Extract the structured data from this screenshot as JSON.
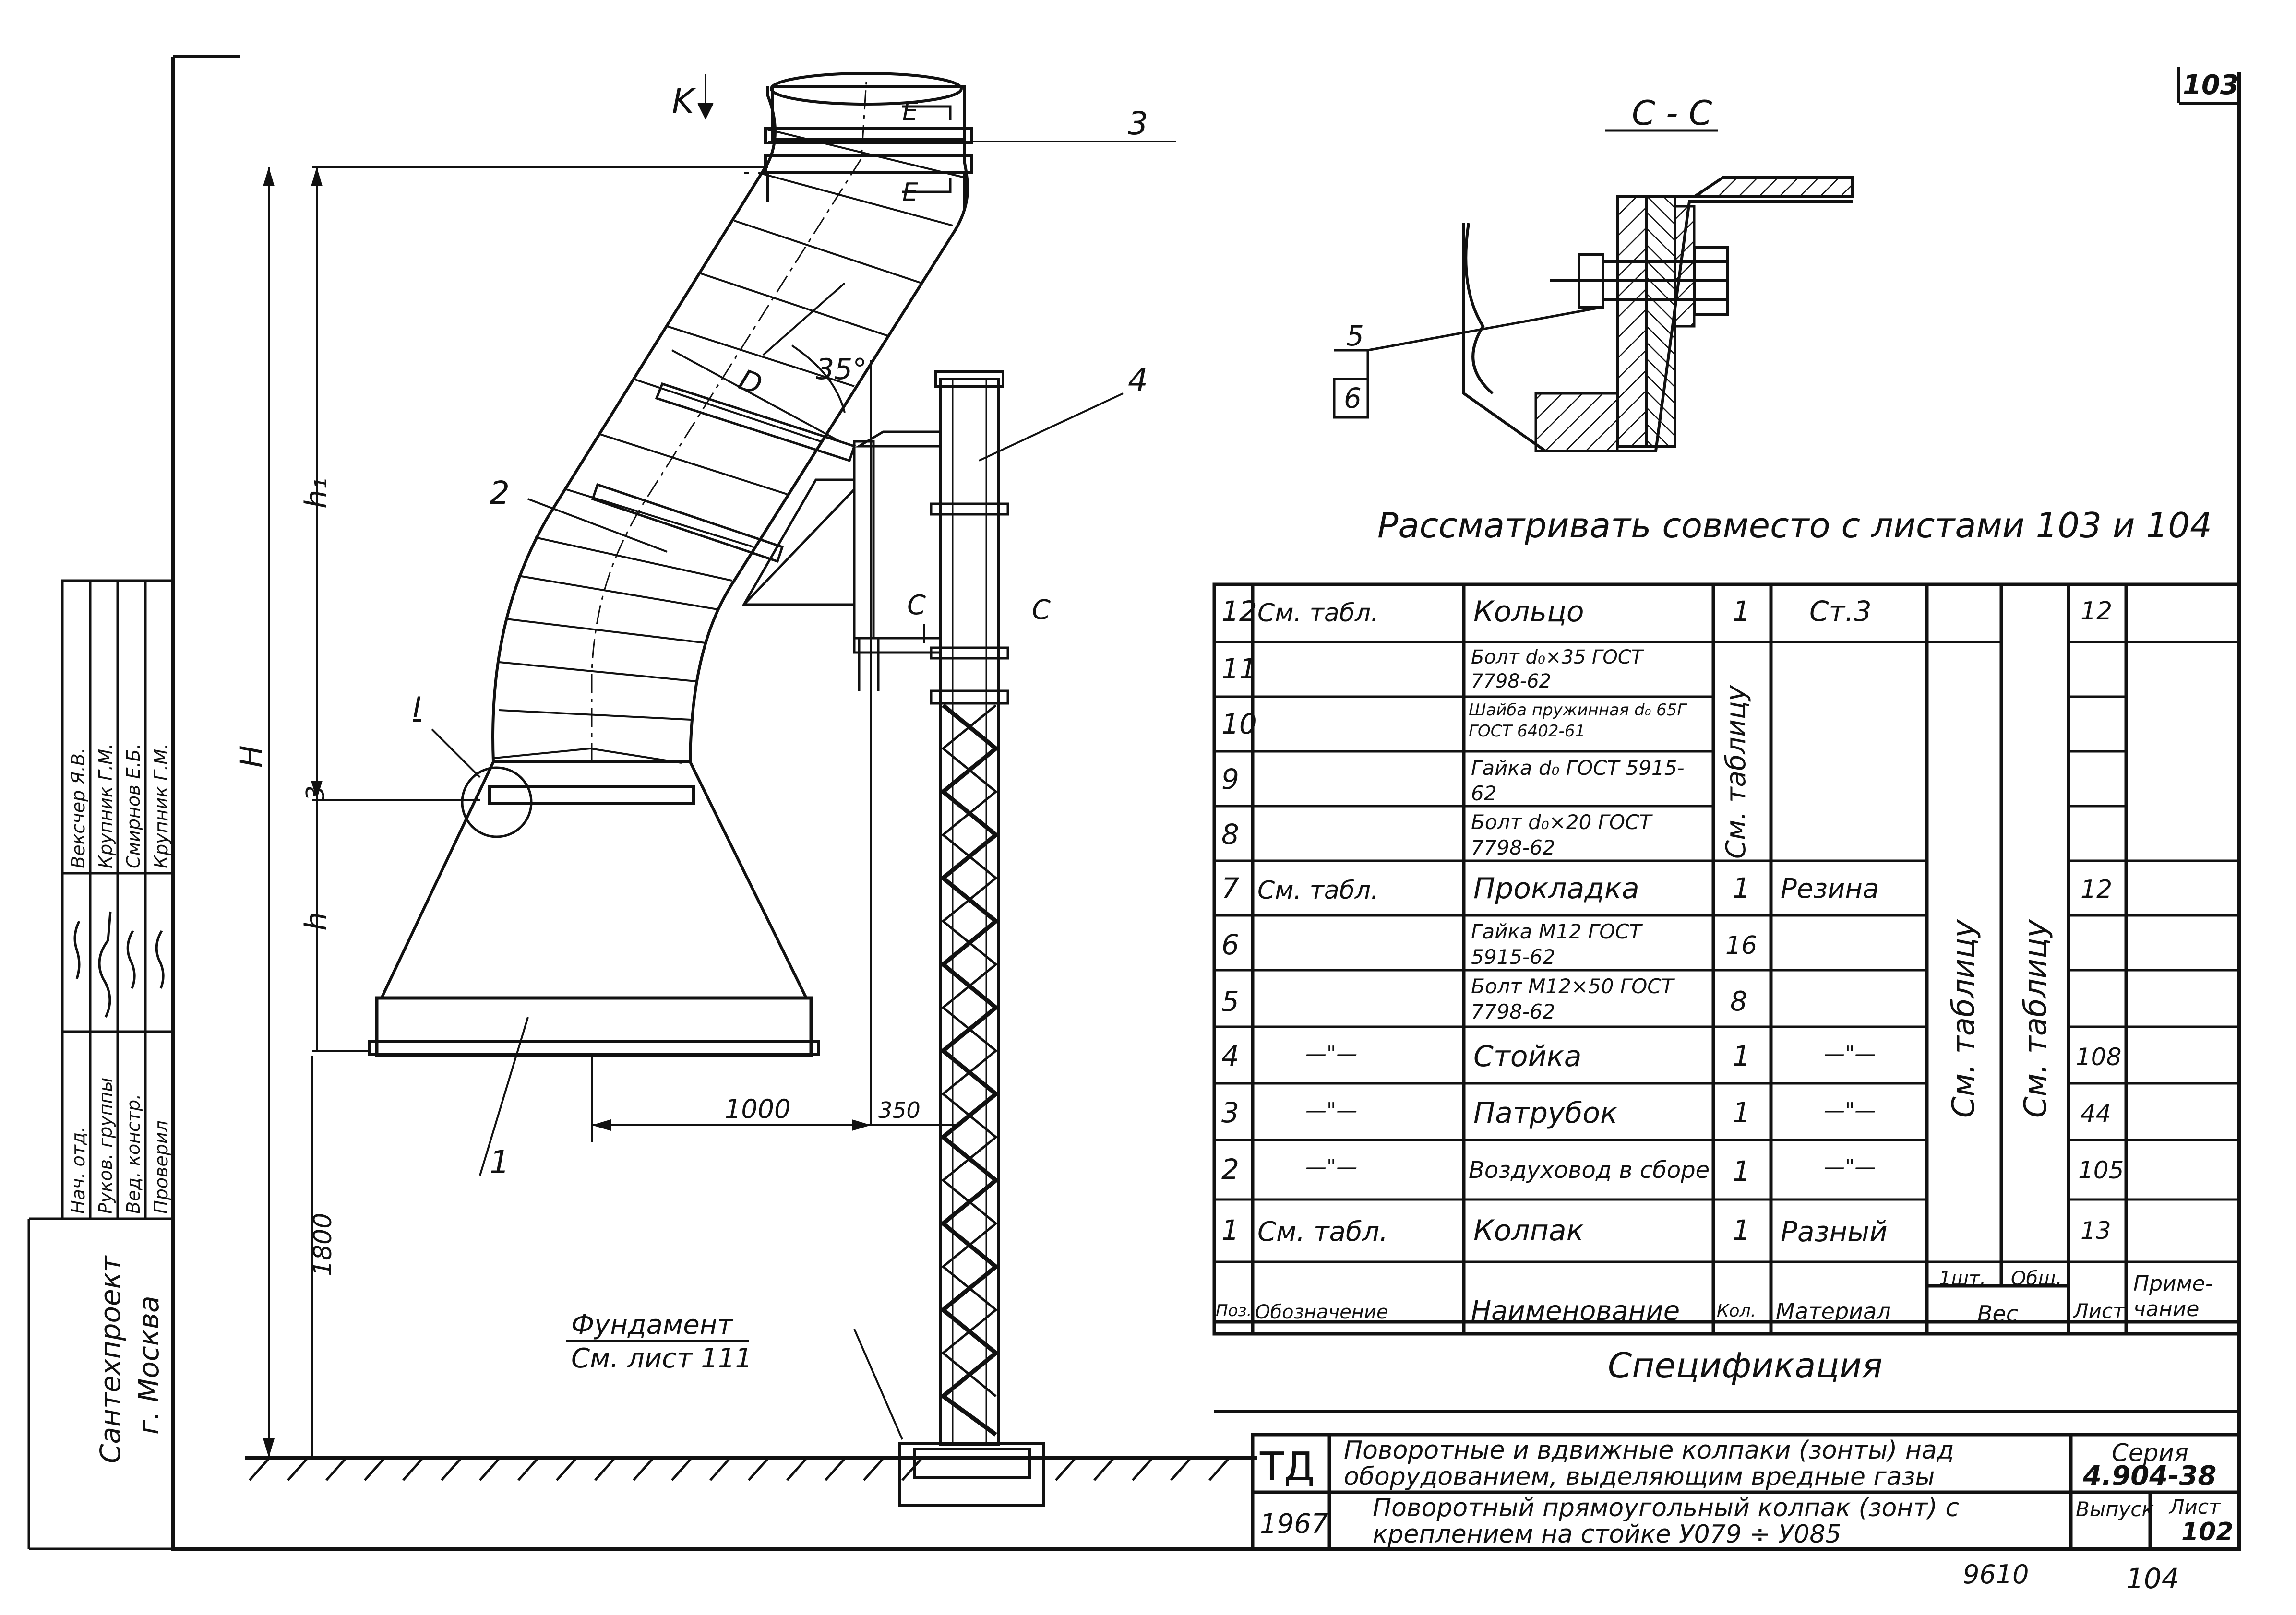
{
  "sheet": {
    "page_number": "103",
    "bottom_numbers": [
      "9610",
      "104"
    ],
    "note": "Рассматривать совместо с листами 103 и 104"
  },
  "drawing": {
    "labels": {
      "k_view": "K",
      "e_top": "E",
      "e_bottom": "E",
      "diameter": "D",
      "angle": "35°",
      "h1": "h₁",
      "h": "h",
      "H": "H",
      "dim3": "3",
      "dim1000": "1000",
      "dim350": "350",
      "dim1800": "1800",
      "section_mark_left": "C",
      "section_mark_right": "C",
      "node_mark": "I"
    },
    "callouts": [
      "1",
      "2",
      "3",
      "4"
    ],
    "foundation": {
      "title": "Фундамент",
      "ref": "См. лист 111"
    }
  },
  "section_view": {
    "title": "C - C",
    "callouts": [
      "5",
      "6"
    ]
  },
  "side_stamp": {
    "rows": [
      {
        "role": "Нач. отд.",
        "name": "Вексчер Я.В."
      },
      {
        "role": "Руков. группы",
        "name": "Крупник Г.М."
      },
      {
        "role": "Вед. констр.",
        "name": "Смирнов Е.Б."
      },
      {
        "role": "Проверил",
        "name": "Крупник Г.М."
      }
    ],
    "org": "Сантехпроект",
    "city": "г. Москва"
  },
  "spec": {
    "caption": "Спецификация",
    "headers": {
      "pos": "Поз.",
      "designation": "Обозначение",
      "name": "Наименование",
      "qty": "Кол.",
      "material": "Материал",
      "weight": "Вес",
      "weight_unit": "1шт.",
      "weight_total": "Общ.",
      "sheet": "Лист",
      "note": "Приме- чание"
    },
    "merged": {
      "qty_see_table": "См. таблицу",
      "weight_unit_see_table": "См. таблицу",
      "weight_total_see_table": "См. таблицу"
    },
    "rows": [
      {
        "pos": "12",
        "designation": "См. табл.",
        "name": "Кольцо",
        "qty": "1",
        "material": "Ст.3",
        "sheet": "12"
      },
      {
        "pos": "11",
        "designation": "",
        "name": "Болт d₀×35 ГОСТ 7798-62",
        "qty": "",
        "material": "",
        "sheet": ""
      },
      {
        "pos": "10",
        "designation": "",
        "name": "Шайба пружинная d₀ 65Г ГОСТ 6402-61",
        "qty": "",
        "material": "",
        "sheet": ""
      },
      {
        "pos": "9",
        "designation": "",
        "name": "Гайка d₀ ГОСТ 5915-62",
        "qty": "",
        "material": "",
        "sheet": ""
      },
      {
        "pos": "8",
        "designation": "",
        "name": "Болт d₀×20 ГОСТ 7798-62",
        "qty": "",
        "material": "",
        "sheet": ""
      },
      {
        "pos": "7",
        "designation": "См. табл.",
        "name": "Прокладка",
        "qty": "1",
        "material": "Резина",
        "sheet": "12"
      },
      {
        "pos": "6",
        "designation": "",
        "name": "Гайка М12 ГОСТ 5915-62",
        "qty": "16",
        "material": "",
        "sheet": ""
      },
      {
        "pos": "5",
        "designation": "",
        "name": "Болт М12×50 ГОСТ 7798-62",
        "qty": "8",
        "material": "",
        "sheet": ""
      },
      {
        "pos": "4",
        "designation": "—\"—",
        "name": "Стойка",
        "qty": "1",
        "material": "—\"—",
        "sheet": "108"
      },
      {
        "pos": "3",
        "designation": "—\"—",
        "name": "Патрубок",
        "qty": "1",
        "material": "—\"—",
        "sheet": "44"
      },
      {
        "pos": "2",
        "designation": "—\"—",
        "name": "Воздуховод в сборе",
        "qty": "1",
        "material": "—\"—",
        "sheet": "105"
      },
      {
        "pos": "1",
        "designation": "См. табл.",
        "name": "Колпак",
        "qty": "1",
        "material": "Разный",
        "sheet": "13"
      }
    ]
  },
  "title_block": {
    "code": "ТД",
    "year": "1967",
    "title_line1": "Поворотные и вдвижные колпаки (зонты) над",
    "title_line2": "оборудованием, выделяющим вредные газы",
    "subtitle_line1": "Поворотный прямоугольный колпак (зонт) с",
    "subtitle_line2": "креплением на стойке  У079 ÷ У085",
    "series_label": "Серия",
    "series_value": "4.904-38",
    "issue_label": "Выпуск",
    "sheet_label": "Лист",
    "sheet_value": "102"
  }
}
